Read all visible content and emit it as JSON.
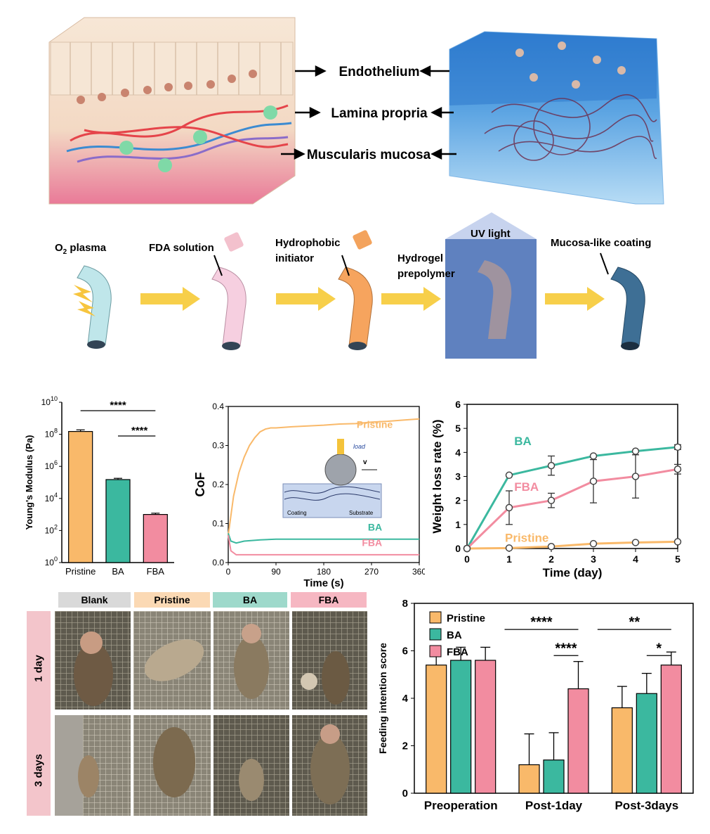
{
  "anatomy": {
    "layers": [
      "Endothelium",
      "Lamina propria",
      "Muscularis mucosa"
    ]
  },
  "process": {
    "steps": [
      "O₂ plasma",
      "FDA solution",
      "Hydrophobic initiator",
      "Hydrogel prepolymer",
      "UV light",
      "Mucosa-like coating"
    ],
    "step_parts": {
      "o2": "O",
      "o2_sub": "2",
      "o2_rest": " plasma",
      "fda": "FDA solution",
      "hydro1": "Hydrophobic",
      "hydro2": "initiator",
      "prep1": "Hydrogel",
      "prep2": "prepolymer",
      "uv": "UV light",
      "coat": "Mucosa-like coating"
    }
  },
  "colors": {
    "pristine": "#f9b96a",
    "ba": "#3bb89f",
    "fba": "#f28ca0"
  },
  "chart_data": [
    {
      "type": "bar",
      "categories": [
        "Pristine",
        "BA",
        "FBA"
      ],
      "values": [
        150000000,
        150000,
        1000
      ],
      "errors": [
        40000000,
        30000,
        200
      ],
      "ylabel": "Young's Modulus (Pa)",
      "yscale": "log",
      "ylim": [
        1,
        10000000000
      ],
      "yticks": [
        {
          "base": "10",
          "exp": "0"
        },
        {
          "base": "10",
          "exp": "2"
        },
        {
          "base": "10",
          "exp": "4"
        },
        {
          "base": "10",
          "exp": "6"
        },
        {
          "base": "10",
          "exp": "8"
        },
        {
          "base": "10",
          "exp": "10"
        }
      ],
      "significance": [
        "****",
        "****"
      ]
    },
    {
      "type": "line",
      "xlabel": "Time (s)",
      "ylabel": "CoF",
      "xlim": [
        0,
        360
      ],
      "ylim": [
        0,
        0.4
      ],
      "xticks": [
        "0",
        "90",
        "180",
        "270",
        "360"
      ],
      "yticks": [
        "0.0",
        "0.1",
        "0.2",
        "0.3",
        "0.4"
      ],
      "series": [
        {
          "name": "Pristine",
          "x": [
            0,
            5,
            10,
            20,
            30,
            40,
            50,
            60,
            70,
            80,
            90,
            120,
            150,
            180,
            210,
            240,
            270,
            300,
            330,
            360
          ],
          "values": [
            0.07,
            0.12,
            0.17,
            0.23,
            0.27,
            0.3,
            0.32,
            0.335,
            0.342,
            0.345,
            0.345,
            0.348,
            0.35,
            0.352,
            0.355,
            0.356,
            0.36,
            0.362,
            0.365,
            0.368
          ]
        },
        {
          "name": "BA",
          "x": [
            0,
            5,
            15,
            30,
            60,
            90,
            180,
            270,
            360
          ],
          "values": [
            0.075,
            0.055,
            0.05,
            0.055,
            0.058,
            0.06,
            0.06,
            0.06,
            0.06
          ]
        },
        {
          "name": "FBA",
          "x": [
            0,
            5,
            15,
            30,
            90,
            180,
            270,
            360
          ],
          "values": [
            0.07,
            0.03,
            0.02,
            0.02,
            0.02,
            0.02,
            0.02,
            0.02
          ]
        }
      ],
      "inset_labels": {
        "load": "load",
        "v": "v",
        "coating": "Coating",
        "substrate": "Substrate"
      }
    },
    {
      "type": "line",
      "xlabel": "Time (day)",
      "ylabel": "Weight loss rate (%)",
      "xlim": [
        0,
        5
      ],
      "ylim": [
        0,
        6
      ],
      "xticks": [
        "0",
        "1",
        "2",
        "3",
        "4",
        "5"
      ],
      "yticks": [
        "0",
        "1",
        "2",
        "3",
        "4",
        "5",
        "6"
      ],
      "series": [
        {
          "name": "BA",
          "x": [
            0,
            1,
            2,
            3,
            4,
            5
          ],
          "values": [
            0,
            3.05,
            3.45,
            3.85,
            4.05,
            4.22
          ],
          "errors": [
            0,
            0,
            0.4,
            0,
            0,
            0.1
          ]
        },
        {
          "name": "FBA",
          "x": [
            0,
            1,
            2,
            3,
            4,
            5
          ],
          "values": [
            0,
            1.7,
            2.0,
            2.8,
            3.0,
            3.3
          ],
          "errors": [
            0,
            0.7,
            0.3,
            0.9,
            0.9,
            0.2
          ]
        },
        {
          "name": "Pristine",
          "x": [
            0,
            1,
            2,
            3,
            4,
            5
          ],
          "values": [
            0,
            0.02,
            0.08,
            0.2,
            0.25,
            0.28
          ],
          "errors": [
            0,
            0,
            0,
            0,
            0,
            0
          ]
        }
      ]
    },
    {
      "type": "bar",
      "categories": [
        "Preoperation",
        "Post-1day",
        "Post-3days"
      ],
      "ylabel": "Feeding intention score",
      "ylim": [
        0,
        8
      ],
      "yticks": [
        "0",
        "2",
        "4",
        "6",
        "8"
      ],
      "series": [
        {
          "name": "Pristine",
          "values": [
            5.4,
            1.2,
            3.6
          ],
          "errors": [
            0.55,
            1.3,
            0.9
          ]
        },
        {
          "name": "BA",
          "values": [
            5.6,
            1.4,
            4.2
          ],
          "errors": [
            0.55,
            1.15,
            0.85
          ]
        },
        {
          "name": "FBA",
          "values": [
            5.6,
            4.4,
            5.4
          ],
          "errors": [
            0.55,
            1.15,
            0.55
          ]
        }
      ],
      "significance": [
        "****",
        "****",
        "**",
        "*"
      ]
    }
  ],
  "photos": {
    "columns": [
      "Blank",
      "Pristine",
      "BA",
      "FBA"
    ],
    "rows": [
      "1 day",
      "3 days"
    ]
  }
}
